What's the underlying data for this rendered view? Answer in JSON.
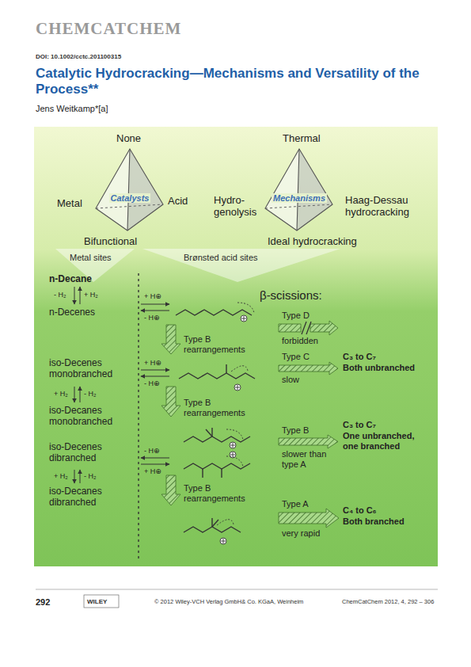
{
  "diagram": {
    "title": "Catalytic Hydrocracking—Mechanisms and Versatility of the Process**",
    "nodes": [
      {
        "text": [
          "Catalysts"
        ]
      },
      {
        "text": [
          "Mechanisms"
        ]
      }
    ],
    "labels": [
      "CHEMCATCHEM",
      "DOI: 10.1002/cctc.201100315",
      "Jens Weitkamp*[a]",
      "None",
      "Metal",
      "Acid",
      "Bifunctional",
      "Thermal",
      "Hydro- genolysis",
      "Haag-Dessau hydrocracking",
      "Ideal hydrocracking",
      "Metal sites",
      "Brønsted acid sites",
      "n-Decane",
      "- H₂",
      "+ H₂",
      "n-Decenes",
      "+ H⊕",
      "- H⊕",
      "Type B rearrangements",
      "iso-Decenes monobranched",
      "+ H⊕",
      "- H⊕",
      "+ H₂",
      "- H₂",
      "iso-Decanes monobranched",
      "Type B rearrangements",
      "iso-Decenes dibranched",
      "- H⊕",
      "+ H⊕",
      "+ H₂",
      "- H₂",
      "iso-Decanes dibranched",
      "Type B rearrangements",
      "β-scissions:",
      "Type D",
      "forbidden",
      "Type C",
      "slow",
      "C₃ to C₇",
      "Both unbranched",
      "Type B",
      "slower than type A",
      "C₃ to C₇",
      "One unbranched, one branched",
      "Type A",
      "very rapid",
      "C₄ to C₆",
      "Both branched",
      "292",
      "WILEY",
      "© 2012 Wiley-VCH Verlag GmbH& Co. KGaA, Weinheim",
      "ChemCatChem 2012, 4, 292 – 306"
    ]
  }
}
